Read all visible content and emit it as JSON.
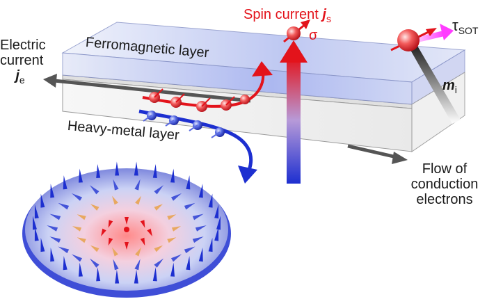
{
  "labels": {
    "spin_current": "Spin current",
    "spin_current_symbol": "j",
    "spin_current_subscript": "s",
    "sigma": "σ",
    "tau": "τ",
    "tau_subscript": "SOT",
    "electric_current_line1": "Electric",
    "electric_current_line2": "current",
    "electric_current_symbol": "j",
    "electric_current_subscript": "e",
    "ferromagnetic_layer": "Ferromagnetic layer",
    "heavy_metal_layer": "Heavy-metal layer",
    "flow_line1": "Flow of",
    "flow_line2": "conduction",
    "flow_line3": "electrons",
    "magnetization_symbol": "m",
    "magnetization_subscript": "i"
  },
  "colors": {
    "spin_red": "#e3131b",
    "spin_blue": "#1d2fd0",
    "torque_magenta": "#ff3cff",
    "layer_fill": "#b8c4ee",
    "electron_arrow": "#555555"
  }
}
